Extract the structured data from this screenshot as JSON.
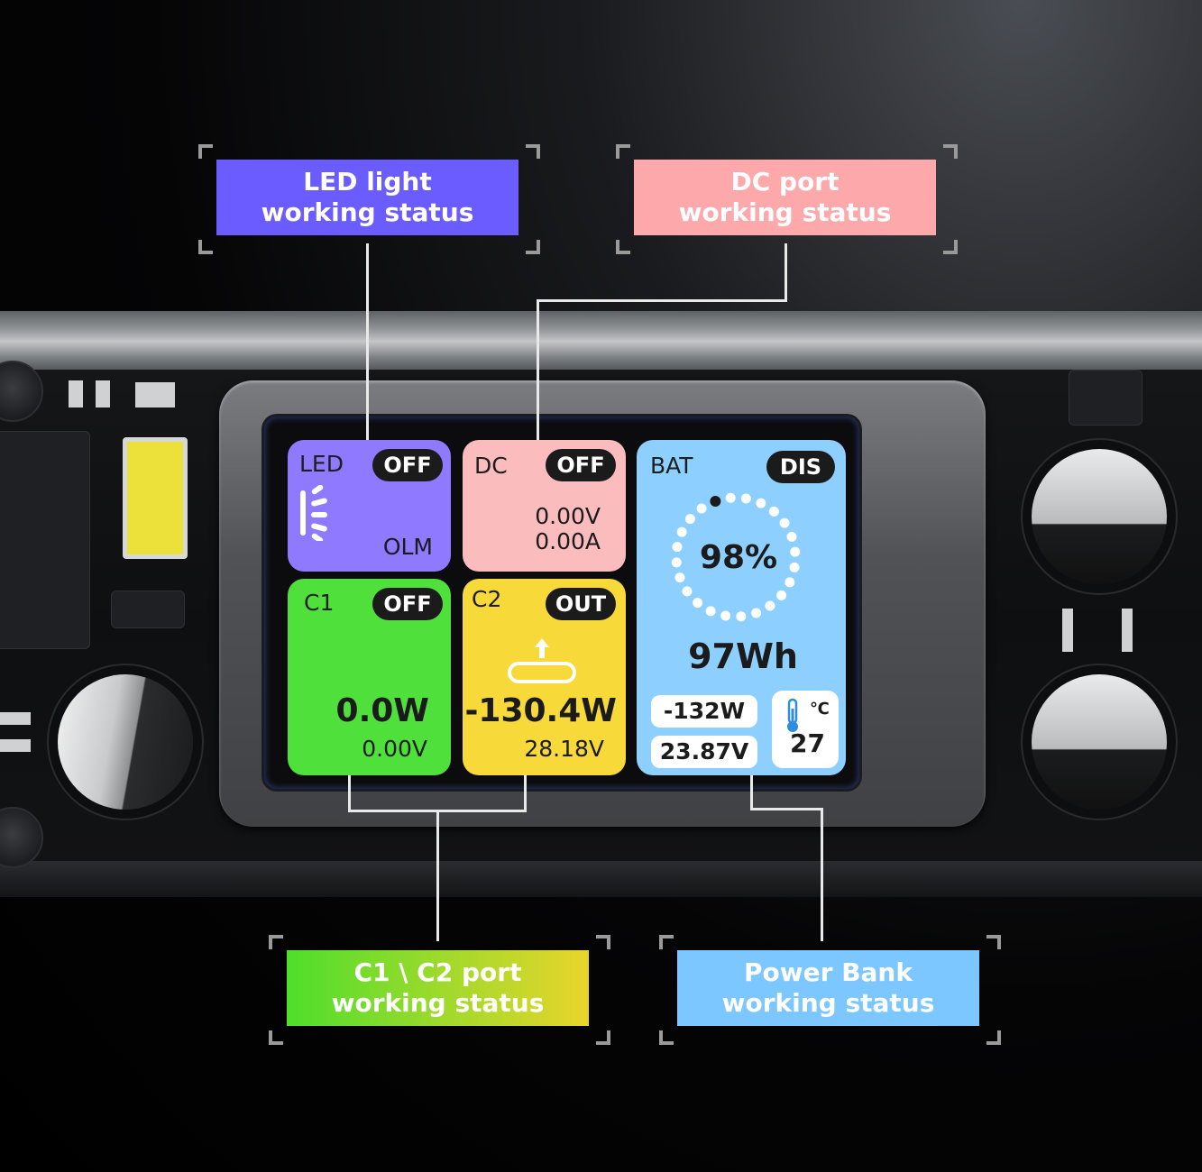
{
  "callouts": {
    "led": {
      "line1": "LED light",
      "line2": "working status",
      "color": "#6a5cff"
    },
    "dc": {
      "line1": "DC port",
      "line2": "working status",
      "color": "#fda8ab"
    },
    "c1c2": {
      "line1": "C1 \\ C2 port",
      "line2": "working status",
      "color_start": "#4fde2c",
      "color_end": "#e9d52b"
    },
    "powerbank": {
      "line1": "Power Bank",
      "line2": "working status",
      "color": "#7cc7ff"
    }
  },
  "screen": {
    "led": {
      "label": "LED",
      "status": "OFF",
      "mode": "OLM",
      "color": "#8f79ff",
      "icon": "light-icon"
    },
    "dc": {
      "label": "DC",
      "status": "OFF",
      "voltage": "0.00V",
      "current": "0.00A",
      "color": "#fbbcbe"
    },
    "c1": {
      "label": "C1",
      "status": "OFF",
      "power": "0.0W",
      "voltage": "0.00V",
      "color": "#4fe03c"
    },
    "c2": {
      "label": "C2",
      "status": "OUT",
      "power": "-130.4W",
      "voltage": "28.18V",
      "color": "#f8d93a",
      "icon": "usb-c-output-icon"
    },
    "bat": {
      "label": "BAT",
      "status": "DIS",
      "percent": "98%",
      "capacity": "97Wh",
      "power": "-132W",
      "voltage": "23.87V",
      "temp_unit": "℃",
      "temperature": "27",
      "color": "#8dd0ff",
      "icon": "thermometer-icon"
    }
  }
}
